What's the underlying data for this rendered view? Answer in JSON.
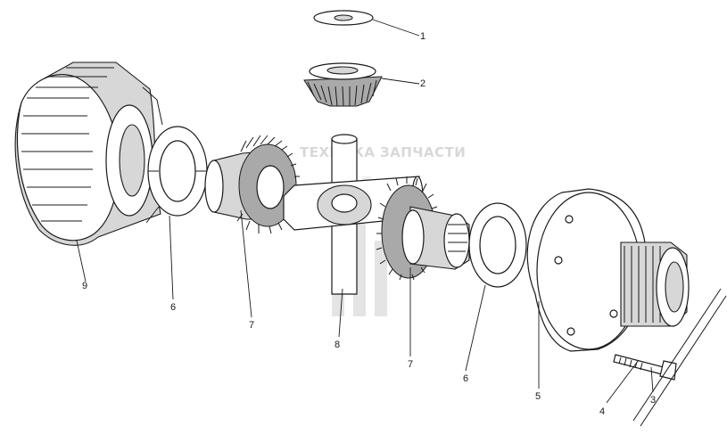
{
  "callouts": {
    "c1": "1",
    "c2": "2",
    "c3": "3",
    "c4": "4",
    "c5": "5",
    "c6a": "6",
    "c6b": "6",
    "c7a": "7",
    "c7b": "7",
    "c8": "8",
    "c9": "9"
  },
  "watermark": {
    "brand_left": "ТЕХНИКА",
    "brand_right": "ЗАПЧАСТИ"
  }
}
